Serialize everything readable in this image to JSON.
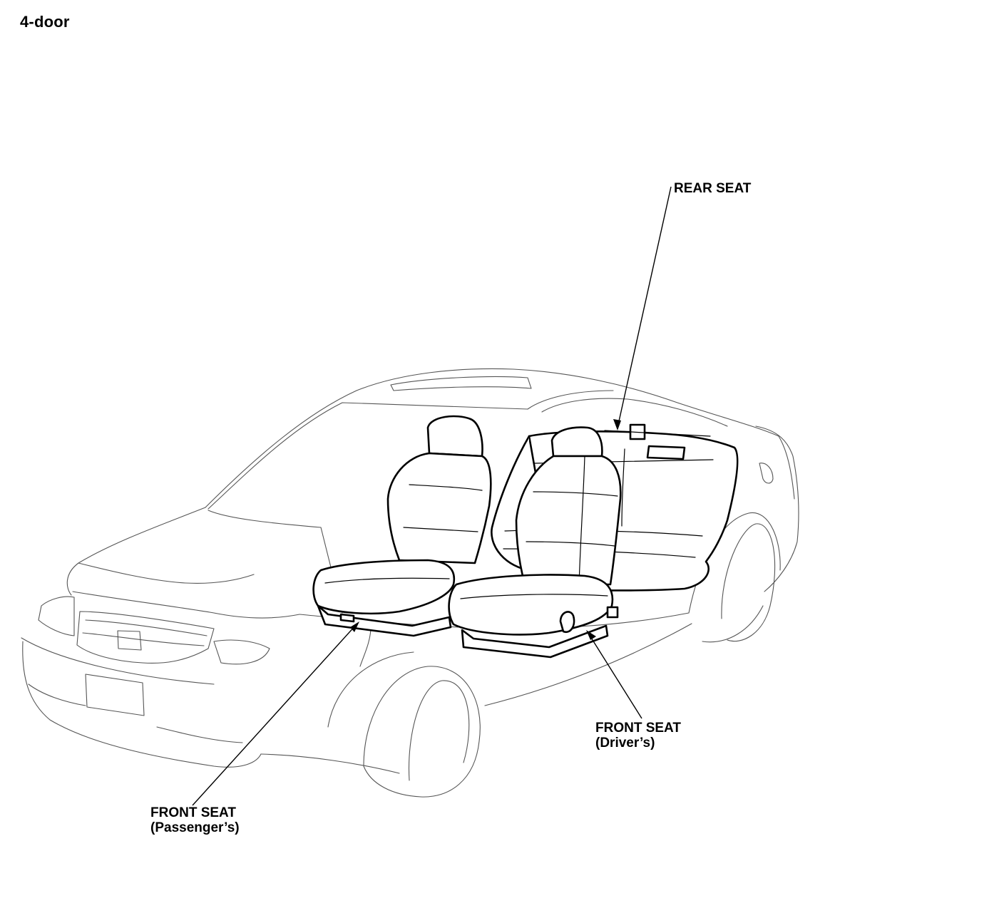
{
  "title": "4-door",
  "callouts": {
    "rear_seat": "REAR SEAT",
    "front_seat_driver": {
      "line1": "FRONT SEAT",
      "line2": "(Driver’s)"
    },
    "front_seat_passenger": {
      "line1": "FRONT SEAT",
      "line2": "(Passenger’s)"
    }
  }
}
